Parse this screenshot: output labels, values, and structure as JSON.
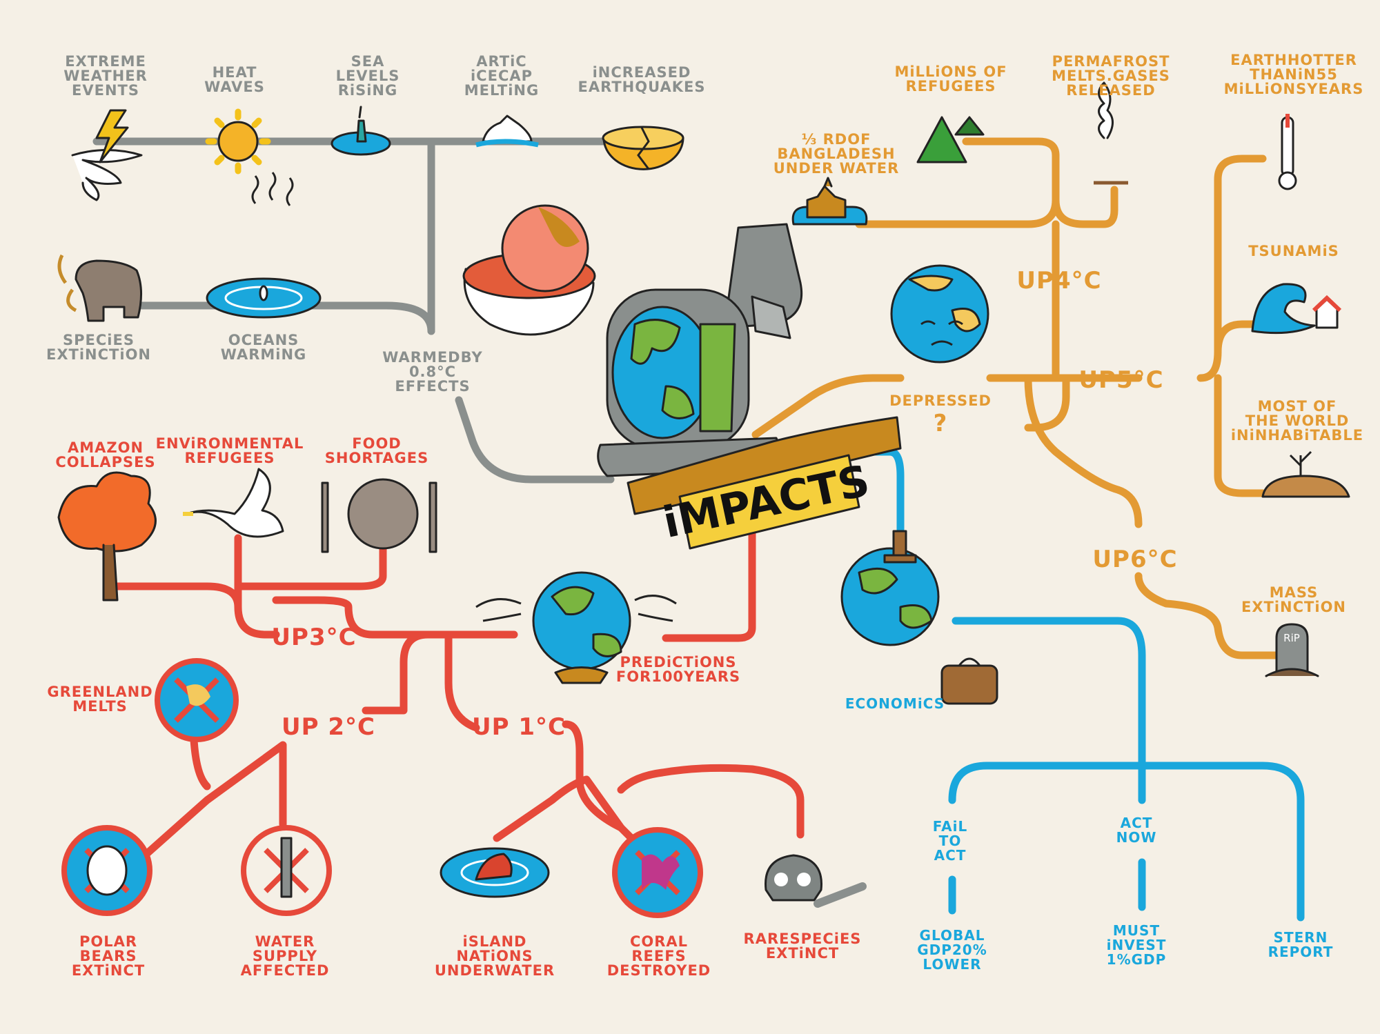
{
  "title": "iMPACTS",
  "central": {
    "depressed_label": "DEPRESSED",
    "depressed_mark": "?",
    "predictions_label": [
      "PREDiCTiONS",
      "FOR100YEARS"
    ]
  },
  "colors": {
    "background": "#f5f0e6",
    "grey": "#8a8f8d",
    "orange": "#e39a33",
    "red": "#e6493a",
    "blue": "#1aa7dc",
    "banner_yellow": "#f5cf3c"
  },
  "warmed": {
    "label": [
      "WARMEDBY",
      "0.8°C",
      "EFFECTS"
    ],
    "items": [
      {
        "label": [
          "EXTREME",
          "WEATHER",
          "EVENTS"
        ],
        "icon": "tornado-lightning-icon"
      },
      {
        "label": [
          "HEAT",
          "WAVES"
        ],
        "icon": "sun-icon"
      },
      {
        "label": [
          "SEA",
          "LEVELS",
          "RiSiNG"
        ],
        "icon": "statue-of-liberty-icon"
      },
      {
        "label": [
          "ARTiC",
          "iCECAP",
          "MELTiNG"
        ],
        "icon": "iceberg-icon"
      },
      {
        "label": [
          "iNCREASED",
          "EARTHQUAKES"
        ],
        "icon": "cracked-earth-icon"
      },
      {
        "label": [
          "SPECiES",
          "EXTiNCTiON"
        ],
        "icon": "mammoth-icon"
      },
      {
        "label": [
          "OCEANS",
          "WARMiNG"
        ],
        "icon": "penguin-pool-icon"
      }
    ]
  },
  "up4": {
    "label": "UP4°C",
    "items": [
      {
        "label": [
          "MiLLiONS OF",
          "REFUGEES"
        ],
        "icon": "tents-icon"
      },
      {
        "label": [
          "PERMAFROST",
          "MELTS.GASES",
          "RELEASED"
        ],
        "icon": "gas-vent-icon"
      },
      {
        "label": [
          "⅓ RDOF",
          "BANGLADESH",
          "UNDER WATER"
        ],
        "icon": "flooded-temple-icon"
      }
    ]
  },
  "up5": {
    "label": "UP5°C",
    "items": [
      {
        "label": [
          "EARTHHOTTER",
          "THANiN55",
          "MiLLiONSYEARS"
        ],
        "icon": "thermometer-icon"
      },
      {
        "label": [
          "TSUNAMiS"
        ],
        "icon": "tsunami-icon"
      },
      {
        "label": [
          "MOST OF",
          "THE WORLD",
          "iNiNHABiTABLE"
        ],
        "icon": "dry-land-icon"
      }
    ]
  },
  "up6": {
    "label": "UP6°C",
    "items": [
      {
        "label": [
          "MASS",
          "EXTiNCTiON"
        ],
        "icon": "tombstone-icon",
        "stone_text": "RiP"
      }
    ]
  },
  "up3": {
    "label": "UP3°C",
    "items": [
      {
        "label": [
          "AMAZON",
          "COLLAPSES"
        ],
        "icon": "burning-tree-icon"
      },
      {
        "label": [
          "ENViRONMENTAL",
          "REFUGEES"
        ],
        "icon": "flying-bird-icon"
      },
      {
        "label": [
          "FOOD",
          "SHORTAGES"
        ],
        "icon": "empty-plate-icon"
      }
    ]
  },
  "up2": {
    "label": "UP 2°C",
    "items": [
      {
        "label": [
          "GREENLAND",
          "MELTS"
        ],
        "icon": "greenland-crossed-icon"
      },
      {
        "label": [
          "POLAR",
          "BEARS",
          "EXTiNCT"
        ],
        "icon": "polar-bear-crossed-icon"
      },
      {
        "label": [
          "WATER",
          "SUPPLY",
          "AFFECTED"
        ],
        "icon": "tap-crossed-icon"
      }
    ]
  },
  "up1": {
    "label": "UP 1°C",
    "items": [
      {
        "label": [
          "iSLAND",
          "NATiONS",
          "UNDERWATER"
        ],
        "icon": "sinking-island-icon"
      },
      {
        "label": [
          "CORAL",
          "REEFS",
          "DESTROYED"
        ],
        "icon": "coral-crossed-icon"
      },
      {
        "label": [
          "RARESPECiES",
          "EXTiNCT"
        ],
        "icon": "skull-bone-icon"
      }
    ]
  },
  "economics": {
    "label": "ECONOMiCS",
    "branches": [
      {
        "label": [
          "FAiL",
          "TO",
          "ACT"
        ],
        "result": [
          "GLOBAL",
          "GDP20%",
          "LOWER"
        ]
      },
      {
        "label": [
          "ACT",
          "NOW"
        ],
        "result": [
          "MUST",
          "iNVEST",
          "1%GDP"
        ]
      },
      {
        "label": [],
        "result": [
          "STERN",
          "REPORT"
        ]
      }
    ]
  }
}
